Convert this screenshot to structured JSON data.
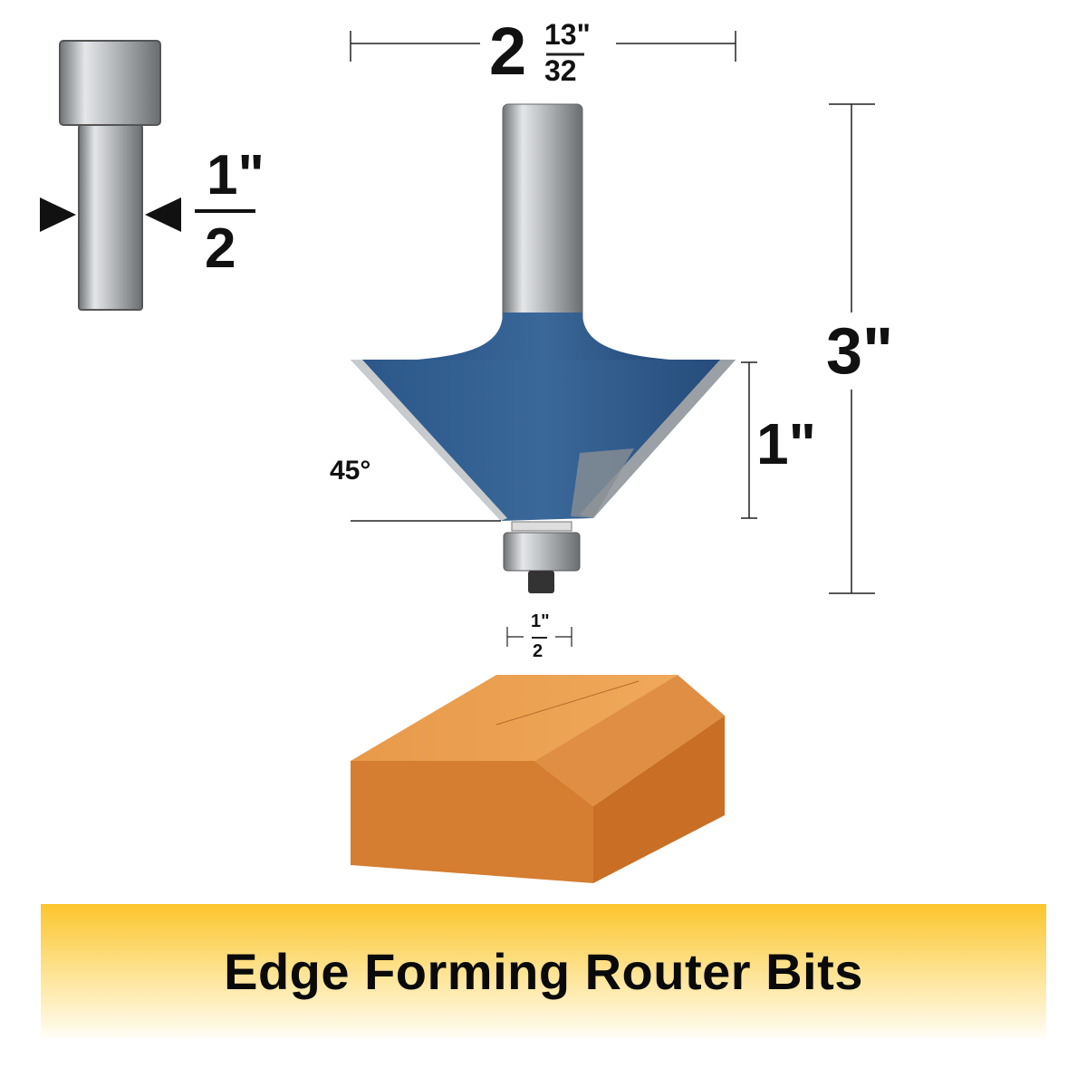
{
  "dimensions": {
    "shank_diameter": {
      "numerator": "1\"",
      "denominator": "2"
    },
    "cutting_diameter": {
      "whole": "2",
      "numerator": "13\"",
      "denominator": "32"
    },
    "overall_length": "3\"",
    "cutting_height": "1\"",
    "angle": "45°",
    "bearing_diameter": {
      "numerator": "1\"",
      "denominator": "2"
    }
  },
  "banner": {
    "title": "Edge Forming Router Bits"
  },
  "colors": {
    "bit_blue": "#2f5a8c",
    "steel": "#b9bcbf",
    "wood": "#d9833a",
    "banner_yellow": "#fcc52c"
  }
}
